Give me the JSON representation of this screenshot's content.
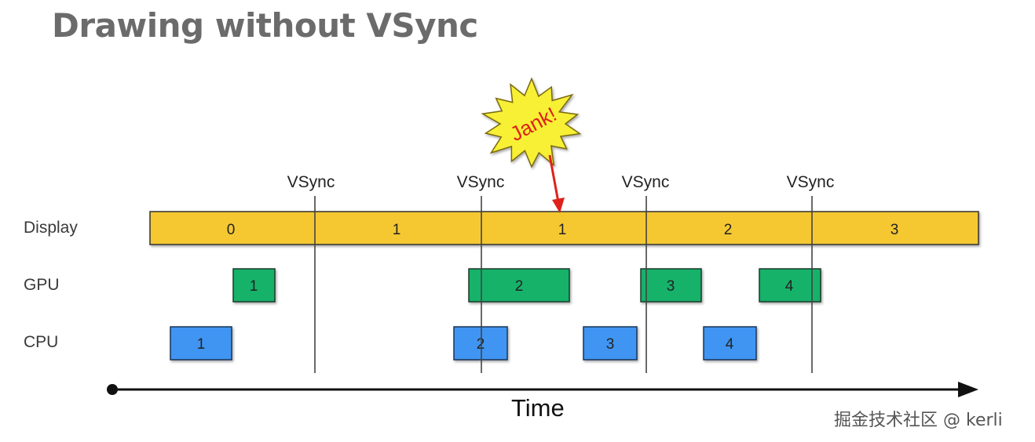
{
  "title": "Drawing without VSync",
  "rows": {
    "display": "Display",
    "gpu": "GPU",
    "cpu": "CPU"
  },
  "vsync_label": "VSync",
  "jank_label": "Jank!",
  "time_label": "Time",
  "watermark": "掘金技术社区 @ kerli",
  "display_frames": [
    "0",
    "1",
    "1",
    "2",
    "3"
  ],
  "gpu_blocks": [
    "1",
    "2",
    "3",
    "4"
  ],
  "cpu_blocks": [
    "1",
    "2",
    "3",
    "4"
  ],
  "colors": {
    "display_fill": "#f5c832",
    "gpu_fill": "#17b26a",
    "cpu_fill": "#3f95f2",
    "jank_fill": "#f7f035",
    "jank_text": "#e0211b",
    "arrow": "#e0211b"
  }
}
